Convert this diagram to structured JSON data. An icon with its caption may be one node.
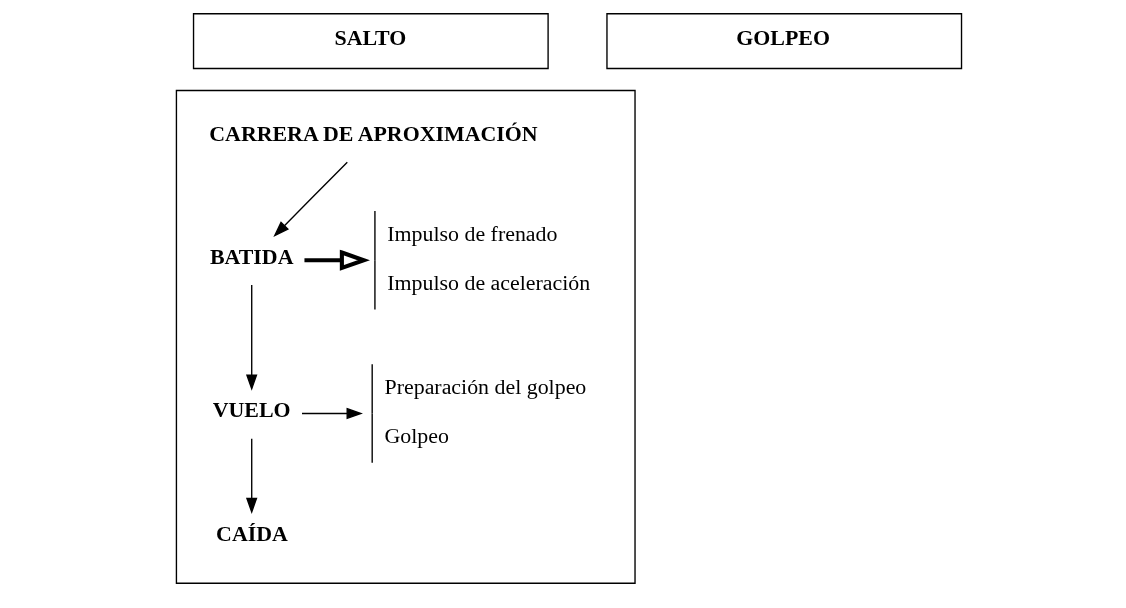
{
  "diagram": {
    "nodes": [
      {
        "text": [
          "SALTO"
        ]
      },
      {
        "text": [
          "GOLPEO"
        ]
      },
      {
        "text": [],
        "shape": "box"
      },
      {
        "text": [
          "CARRERA DE APROXIMACIÓN"
        ],
        "in": 2
      },
      {
        "text": [
          "BATIDA"
        ],
        "in": 2
      },
      {
        "text": [
          "VUELO"
        ],
        "in": 2
      },
      {
        "text": [
          "CAÍDA"
        ],
        "in": 2
      },
      {
        "text": [
          "Impulso de frenado",
          "Impulso de aceleración"
        ],
        "in": 2
      },
      {
        "text": [
          "Preparación del golpeo",
          "Golpeo"
        ],
        "in": 2
      }
    ],
    "edges": [
      {
        "from": 3,
        "to": 4,
        "arrow": "to"
      },
      {
        "from": 4,
        "to": 5,
        "arrow": "to"
      },
      {
        "from": 5,
        "to": 6,
        "arrow": "to"
      },
      {
        "from": 4,
        "to": 7,
        "arrow": "to",
        "style": "thick"
      },
      {
        "from": 5,
        "to": 8,
        "arrow": "to"
      }
    ]
  }
}
